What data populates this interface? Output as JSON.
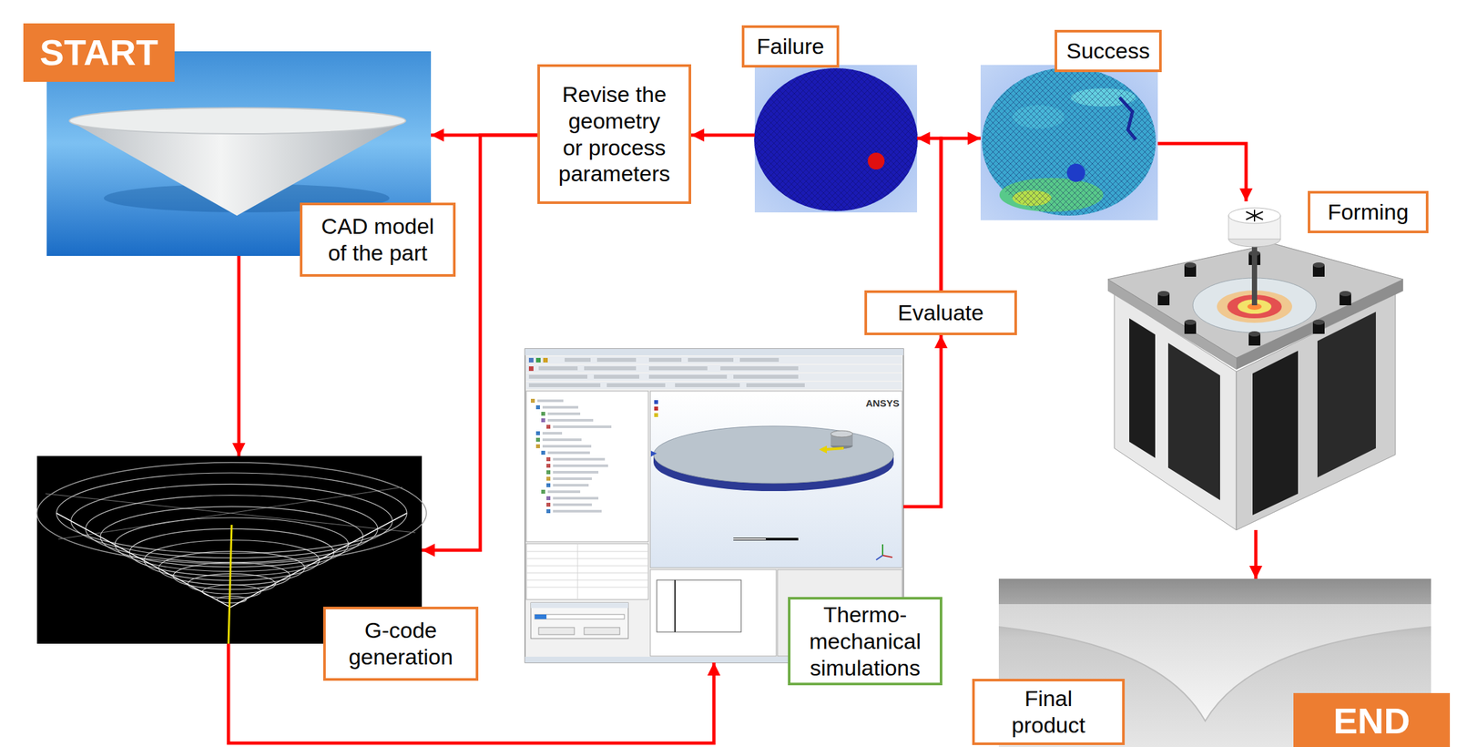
{
  "diagram": {
    "nodes": [
      {
        "text": [
          "START"
        ]
      },
      {
        "text": [
          "CAD model of the part"
        ]
      },
      {
        "text": [
          "Revise the geometry or process parameters"
        ]
      },
      {
        "text": [
          "Failure"
        ]
      },
      {
        "text": [
          "Success"
        ]
      },
      {
        "text": [
          "Forming"
        ]
      },
      {
        "text": [
          "Evaluate"
        ]
      },
      {
        "text": [
          "G-code generation"
        ]
      },
      {
        "text": [
          "Thermo-mechanical simulations"
        ]
      },
      {
        "text": [
          "Final product"
        ]
      },
      {
        "text": [
          "END"
        ]
      }
    ],
    "edges": [
      {
        "from": 1,
        "to": 7,
        "arrow": "to"
      },
      {
        "from": 7,
        "to": 8,
        "arrow": "to"
      },
      {
        "from": 8,
        "to": 6,
        "arrow": "to"
      },
      {
        "from": 6,
        "to": 3,
        "arrow": "to"
      },
      {
        "from": 6,
        "to": 4,
        "arrow": "to"
      },
      {
        "from": 3,
        "to": 2,
        "arrow": "to"
      },
      {
        "from": 2,
        "to": 1,
        "arrow": "to"
      },
      {
        "from": 2,
        "to": 7,
        "arrow": "to"
      },
      {
        "from": 4,
        "to": 5,
        "arrow": "to"
      },
      {
        "from": 5,
        "to": 9,
        "arrow": "to"
      }
    ],
    "labels": [
      "ANSYS"
    ]
  }
}
